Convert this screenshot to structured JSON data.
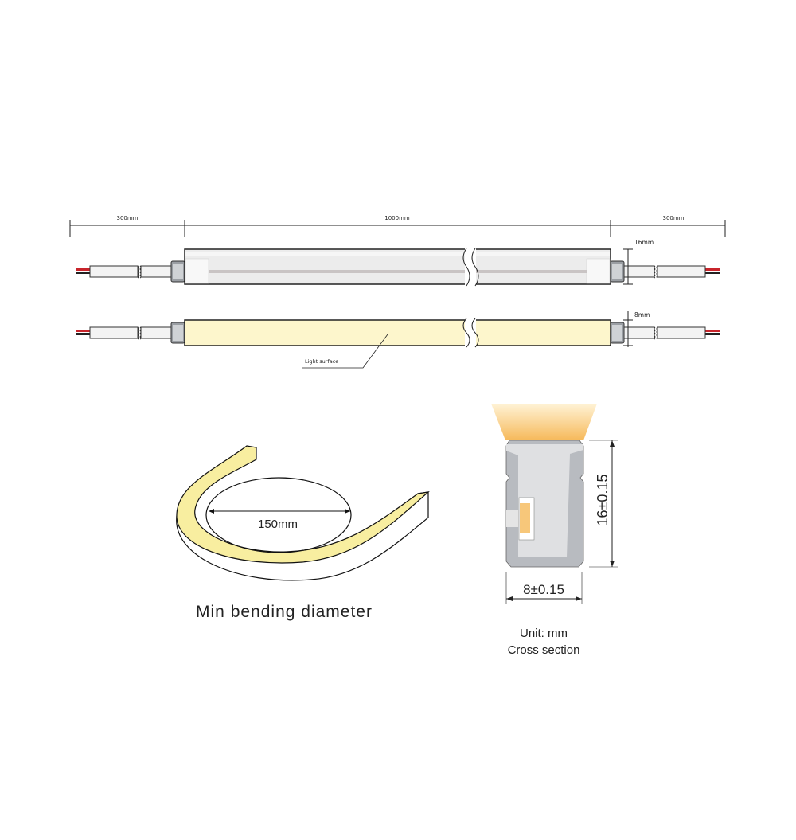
{
  "dimensions": {
    "left_lead": "300mm",
    "strip_length": "1000mm",
    "right_lead": "300mm",
    "side_height": "16mm",
    "top_width": "8mm"
  },
  "labels": {
    "light_surface": "Light surface",
    "bend_diameter": "150mm",
    "bend_caption": "Min bending diameter",
    "cross_height": "16±0.15",
    "cross_width": "8±0.15",
    "unit": "Unit: mm",
    "cross_caption": "Cross section"
  },
  "colors": {
    "light_surface": "#fdf6cc",
    "led": "#f7c77a",
    "profile_outer": "#b8bbc0",
    "profile_inner": "#dfe0e2",
    "wire_red": "#c8242b"
  }
}
